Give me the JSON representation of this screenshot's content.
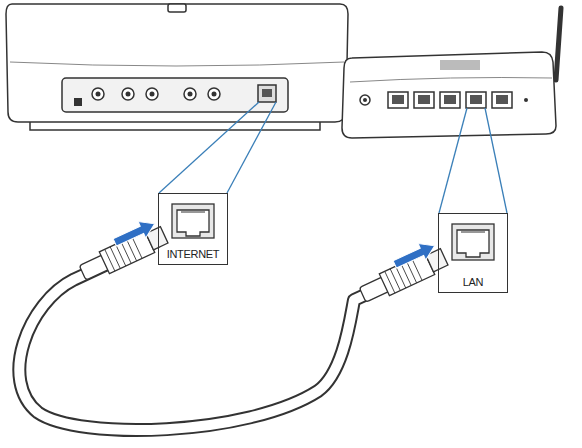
{
  "diagram": {
    "nodes": [
      {
        "text": [
          "INTERNET"
        ]
      },
      {
        "text": [
          "LAN"
        ]
      }
    ],
    "edges": [
      {
        "from": 0,
        "to": 1,
        "arrow": "none"
      }
    ]
  }
}
